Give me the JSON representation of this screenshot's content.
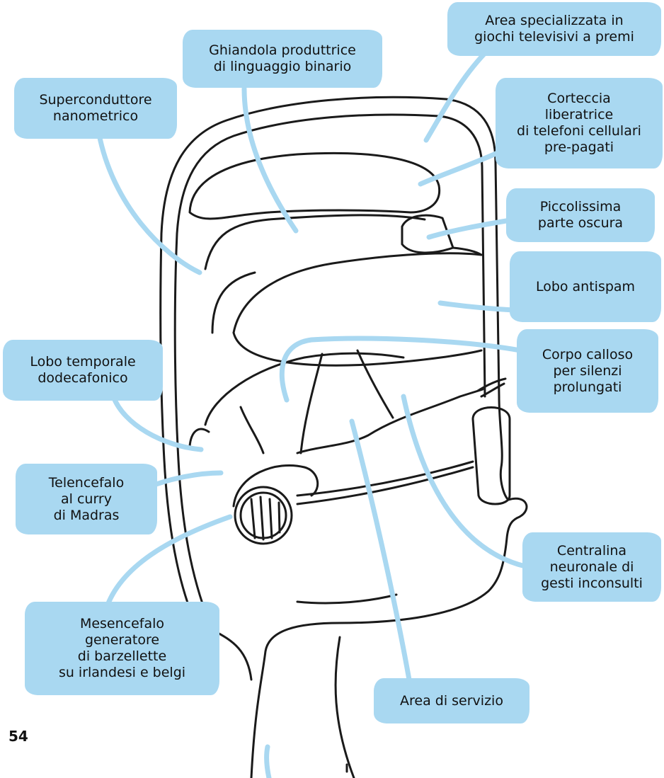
{
  "page_number": "54",
  "colors": {
    "label_fill": "#a9d8f1",
    "leader_line": "#a9d8f1",
    "ink": "#1a1a1a",
    "background": "#ffffff"
  },
  "labels": {
    "area_giochi": [
      "Area specializzata in",
      "giochi televisivi a premi"
    ],
    "ghiandola": [
      "Ghiandola produttrice",
      "di linguaggio binario"
    ],
    "supercond": [
      "Superconduttore",
      "nanometrico"
    ],
    "corteccia": [
      "Corteccia",
      "liberatrice",
      "di telefoni cellulari",
      "pre-pagati"
    ],
    "piccolissima": [
      "Piccolissima",
      "parte oscura"
    ],
    "antispam": [
      "Lobo antispam"
    ],
    "calloso": [
      "Corpo calloso",
      "per silenzi",
      "prolungati"
    ],
    "temporale": [
      "Lobo temporale",
      "dodecafonico"
    ],
    "telencefalo": [
      "Telencefalo",
      "al curry",
      "di Madras"
    ],
    "centralina": [
      "Centralina",
      "neuronale di",
      "gesti inconsulti"
    ],
    "mesencefalo": [
      "Mesencefalo",
      "generatore",
      "di barzellette",
      "su irlandesi e belgi"
    ],
    "servizio": [
      "Area di servizio"
    ]
  }
}
